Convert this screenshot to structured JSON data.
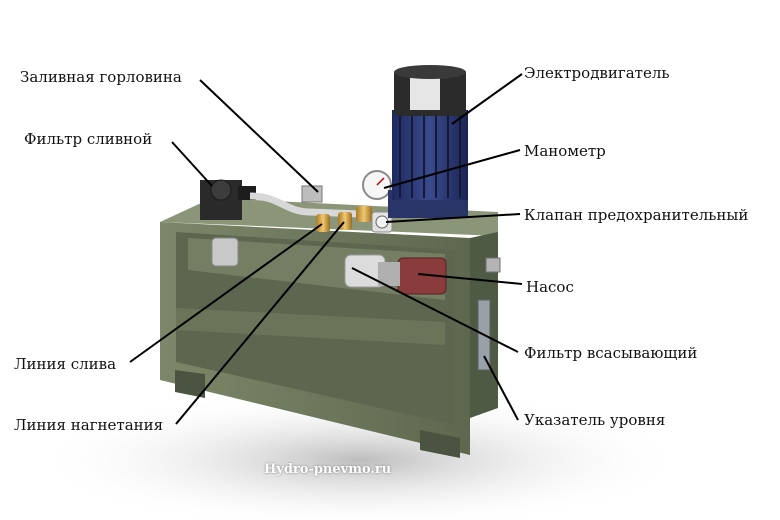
{
  "labels": {
    "fill_neck": "Заливная горловина",
    "drain_filter": "Фильтр сливной",
    "motor": "Электродвигатель",
    "manometer": "Манометр",
    "relief_valve": "Клапан предохранительный",
    "pump": "Насос",
    "suction_filter": "Фильтр всасывающий",
    "level_indicator": "Указатель уровня",
    "drain_line": "Линия слива",
    "pressure_line": "Линия нагнетания"
  },
  "watermark": "Hydro-pnevmo.ru",
  "colors": {
    "tank": "#6f7a5f",
    "tank_dark": "#4e5843",
    "motor": "#24306a",
    "motor_fan_cover": "#2b2b2b",
    "brass": "#c99a3d",
    "pump": "#8a3b3b",
    "leader_line": "#000000"
  }
}
